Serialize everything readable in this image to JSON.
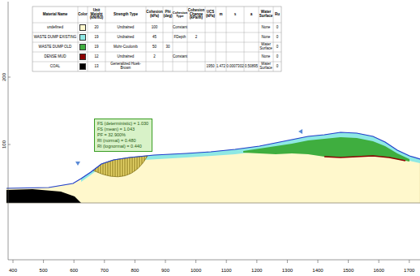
{
  "diagram": {
    "nodes": [
      {
        "text": [
          "FS (deterministic) = 1.030",
          "FS (mean) = 1.043",
          "PF = 32.900%",
          "RI (normal) = 0.480",
          "RI (lognormal) = 0.440"
        ]
      }
    ],
    "labels": [
      "Material Name",
      "Color",
      "Unit Weight (kN/m3)",
      "Strength Type",
      "Cohesion (kPa)",
      "Phi (deg)",
      "Cohesion Type",
      "Cohesion Change (kPa/m)",
      "UCS (kPa)",
      "m",
      "s",
      "a",
      "Water Surface",
      "Ru",
      "20",
      "Undrained",
      "100",
      "Constant",
      "None",
      "0",
      "19",
      "Undrained",
      "45",
      "FDepth",
      "2",
      "None",
      "0",
      "19",
      "Mohr-Coulomb",
      "50",
      "30",
      "Water Surface",
      "0",
      "12",
      "Undrained",
      "2",
      "Constant",
      "None",
      "0",
      "13",
      "Generalized Hoek-Brown",
      "1950",
      "1.472",
      "0.0007302",
      "0.50895",
      "Water Surface",
      "0",
      "400",
      "500",
      "600",
      "700",
      "800",
      "900",
      "1000",
      "1100",
      "1200",
      "1300",
      "1400",
      "1500",
      "1600",
      "1700",
      "200",
      "100"
    ],
    "legend": [
      {
        "text": "undefined",
        "color": "#fff8cc"
      },
      {
        "text": "WASTE DUMP EXISTING",
        "color": "#8ee8e4"
      },
      {
        "text": "WASTE DUMP OLD",
        "color": "#3fae3f"
      },
      {
        "text": "DENSE MUD",
        "color": "#8b0000"
      },
      {
        "text": "COAL",
        "color": "#000000"
      }
    ]
  }
}
